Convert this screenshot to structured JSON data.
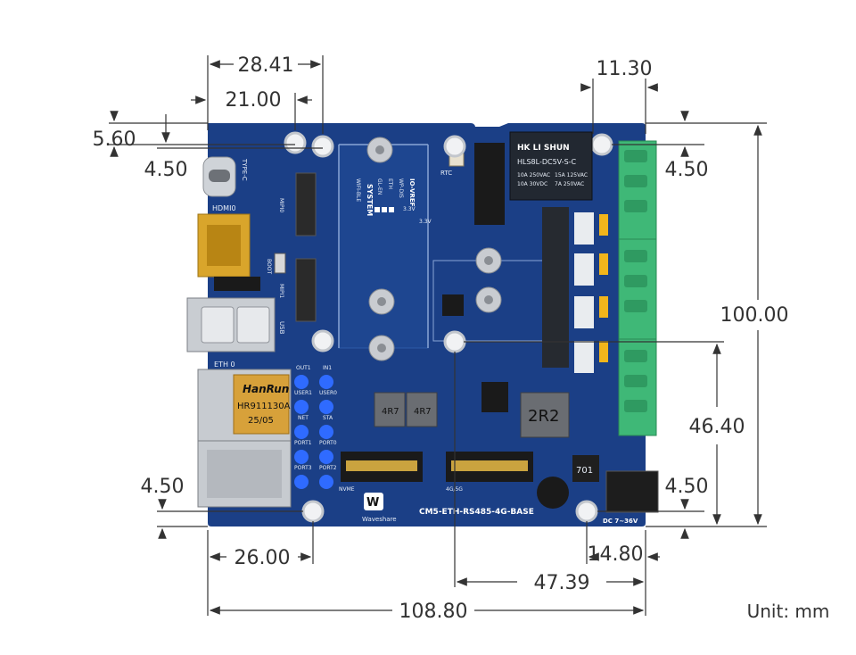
{
  "dimensions": {
    "top_hole_x": "28.41",
    "top_board_x": "21.00",
    "top_hole_y": "5.60",
    "left_hole_y": "4.50",
    "right_hole_x": "11.30",
    "right_hole_y": "4.50",
    "height": "100.00",
    "mid_hole_y": "46.40",
    "bottom_left_hole_y": "4.50",
    "bottom_right_hole_y": "4.50",
    "bottom_left_hole_x": "26.00",
    "bottom_right_hole_x": "14.80",
    "mid_hole_x": "47.39",
    "width": "108.80"
  },
  "unit_label": "Unit: mm",
  "board": {
    "colors": {
      "pcb": "#1b3f86",
      "pcb_dark": "#163573",
      "terminal": "#3fb877",
      "silk": "#e8eef7",
      "dim": "#333333"
    },
    "labels": {
      "type_c": "TYPE-C",
      "hdmi": "HDMI0",
      "usb": "USB",
      "eth0": "ETH 0",
      "rtc": "RTC",
      "cam0": "MIPI0",
      "cam1": "MIPI1",
      "boot": "BOOT",
      "led_out1": "OUT1",
      "led_in1": "IN1",
      "led_user1": "USER1",
      "led_user0": "USER0",
      "led_net": "NET",
      "led_sta": "STA",
      "led_port1": "PORT1",
      "led_port0": "PORT0",
      "led_port3": "PORT3",
      "led_port2": "PORT2",
      "nvme": "NVME",
      "g4": "4G/5G",
      "system": "SYSTEM",
      "io_vref": "IO-VREF",
      "v33": "3.3V",
      "v33b": "3.3V",
      "glen": "GL-EN",
      "eth": "ETH",
      "wifi_ble": "WIFI-BLE",
      "wp_dis": "WP-DIS",
      "relay_brand": "HK LI SHUN",
      "relay_model": "HLS8L-DC5V-S-C",
      "relay_line1": "10A 250VAC",
      "relay_line2": "10A 30VDC",
      "relay_line3": "15A 125VAC",
      "relay_line4": "7A 250VAC",
      "inductor_big": "2R2",
      "inductor_small1": "4R7",
      "inductor_small2": "4R7",
      "ic_701": "701",
      "rj45_brand": "HanRun",
      "rj45_model": "HR911130A",
      "rj45_date": "25/05",
      "brand": "Waveshare",
      "model": "CM5-ETH-RS485-4G-BASE",
      "power": "DC 7~36V"
    }
  }
}
